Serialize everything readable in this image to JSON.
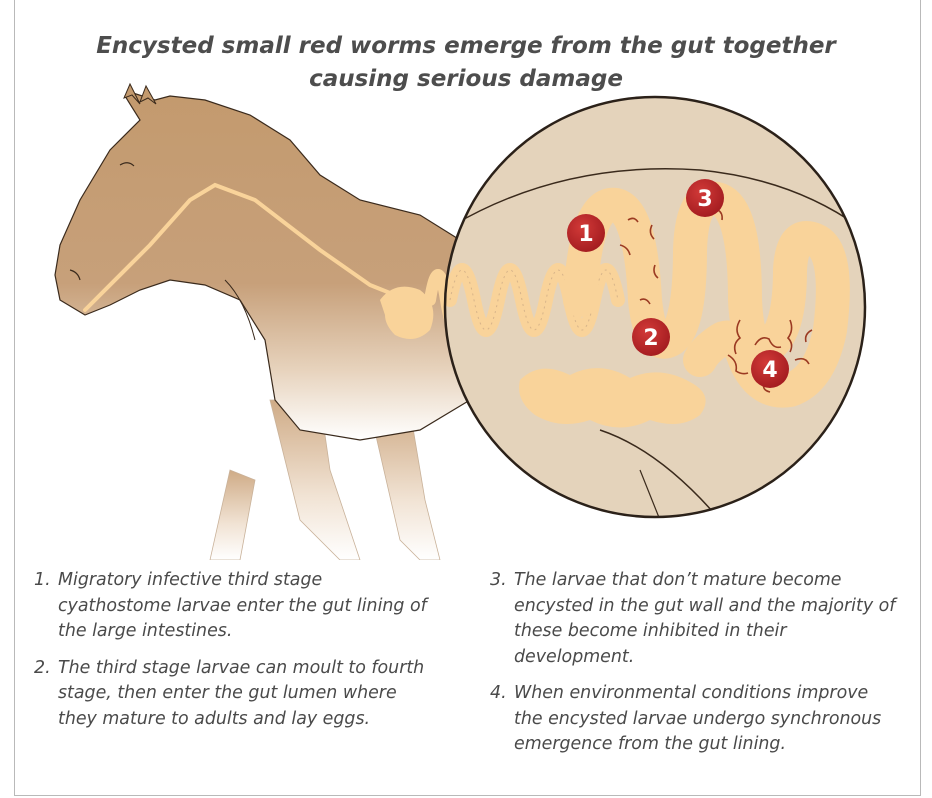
{
  "title": {
    "line1": "Encysted small red worms emerge from the gut together",
    "line2": "causing serious damage"
  },
  "markers": [
    {
      "number": "1"
    },
    {
      "number": "2"
    },
    {
      "number": "3"
    },
    {
      "number": "4"
    }
  ],
  "notes": [
    {
      "number": "1.",
      "text": "Migratory infective third stage cyathostome larvae enter the gut lining of the large intestines."
    },
    {
      "number": "2.",
      "text": "The third stage larvae can moult to fourth stage, then enter the gut lumen where they mature to adults and lay eggs."
    },
    {
      "number": "3.",
      "text": "The larvae that don’t mature become encysted in the gut wall and the majority of these become inhibited in their development."
    },
    {
      "number": "4.",
      "text": "When environmental conditions improve the encysted larvae undergo synchronous emergence from the gut lining."
    }
  ],
  "colors": {
    "horse": "#c39a6e",
    "gut": "#f9d39a",
    "magnifier_bg": "#e4d3bb",
    "marker": "#b82025",
    "worm": "#9b3a22"
  }
}
